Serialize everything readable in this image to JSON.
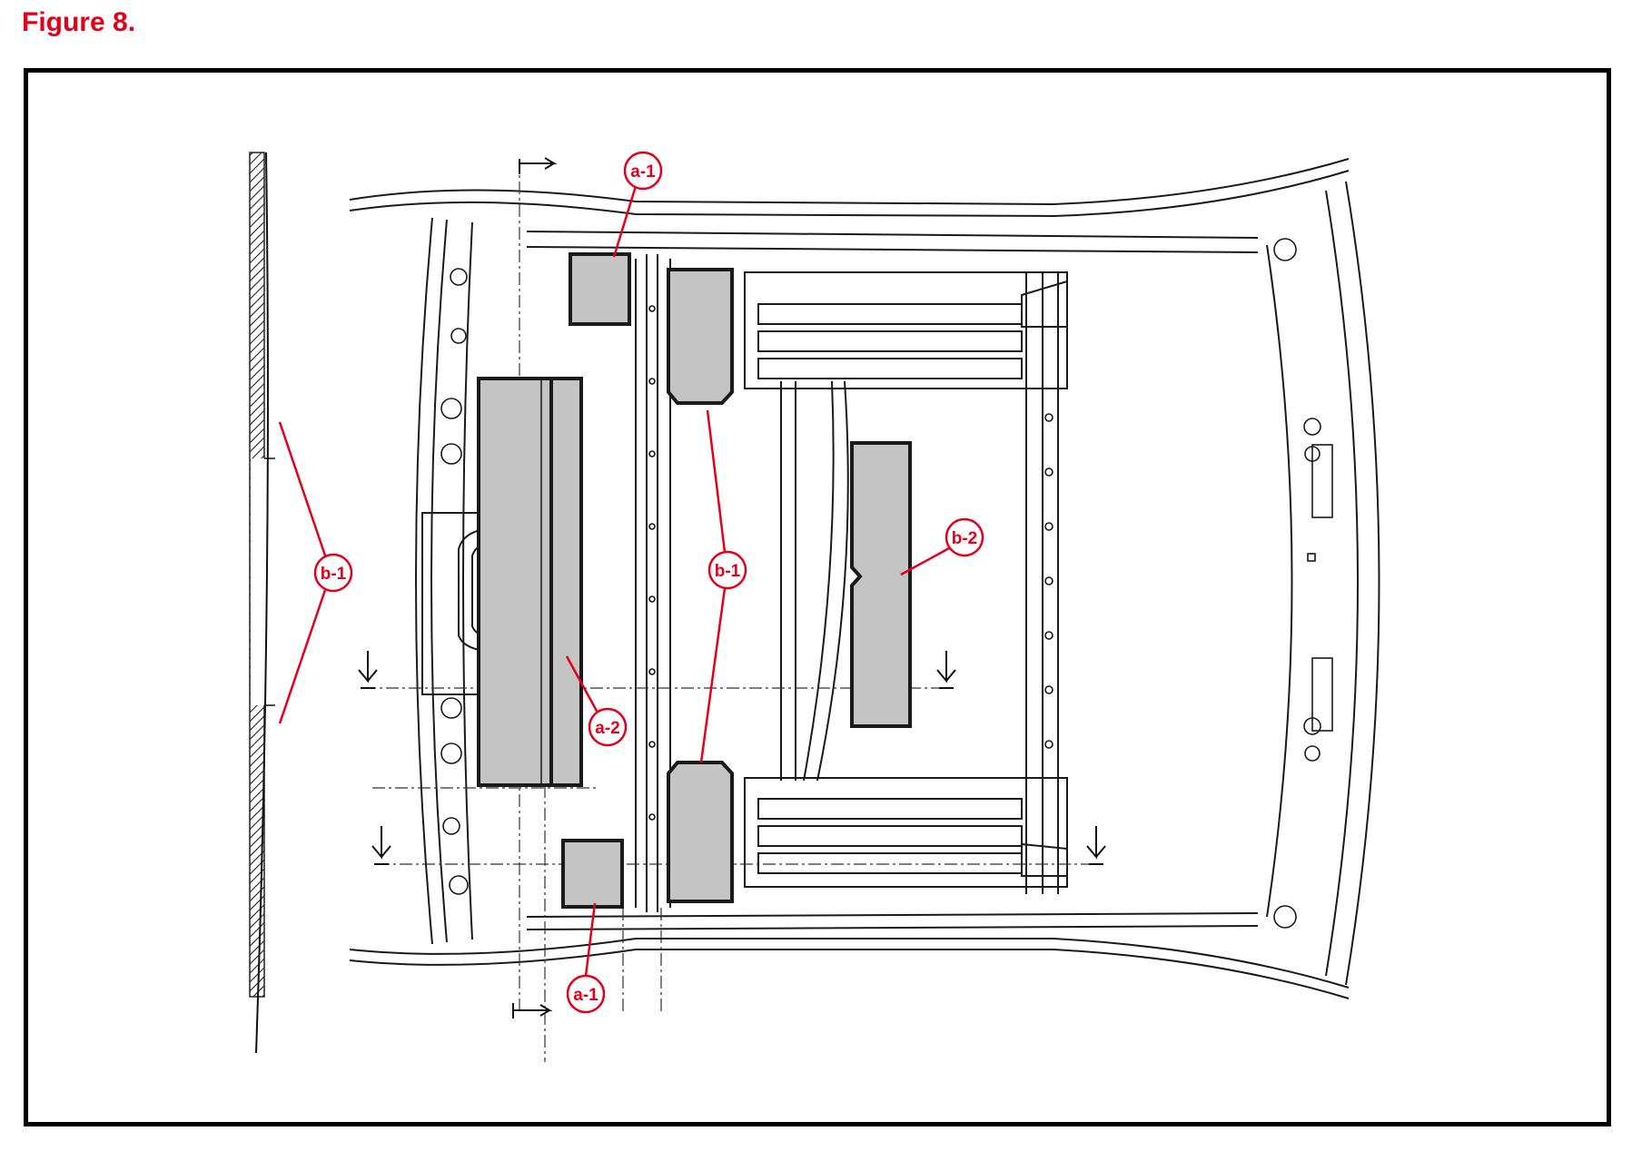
{
  "figure": {
    "title": "Figure 8."
  },
  "colors": {
    "accent": "#e3001b",
    "panel": "#c4c4c4",
    "line": "#1a1a1a",
    "hatch": "#222222"
  },
  "callouts": [
    {
      "id": "a1-top",
      "label": "a-1"
    },
    {
      "id": "a1-bottom",
      "label": "a-1"
    },
    {
      "id": "a2",
      "label": "a-2"
    },
    {
      "id": "b1-left",
      "label": "b-1"
    },
    {
      "id": "b1-center",
      "label": "b-1"
    },
    {
      "id": "b2",
      "label": "b-2"
    }
  ]
}
